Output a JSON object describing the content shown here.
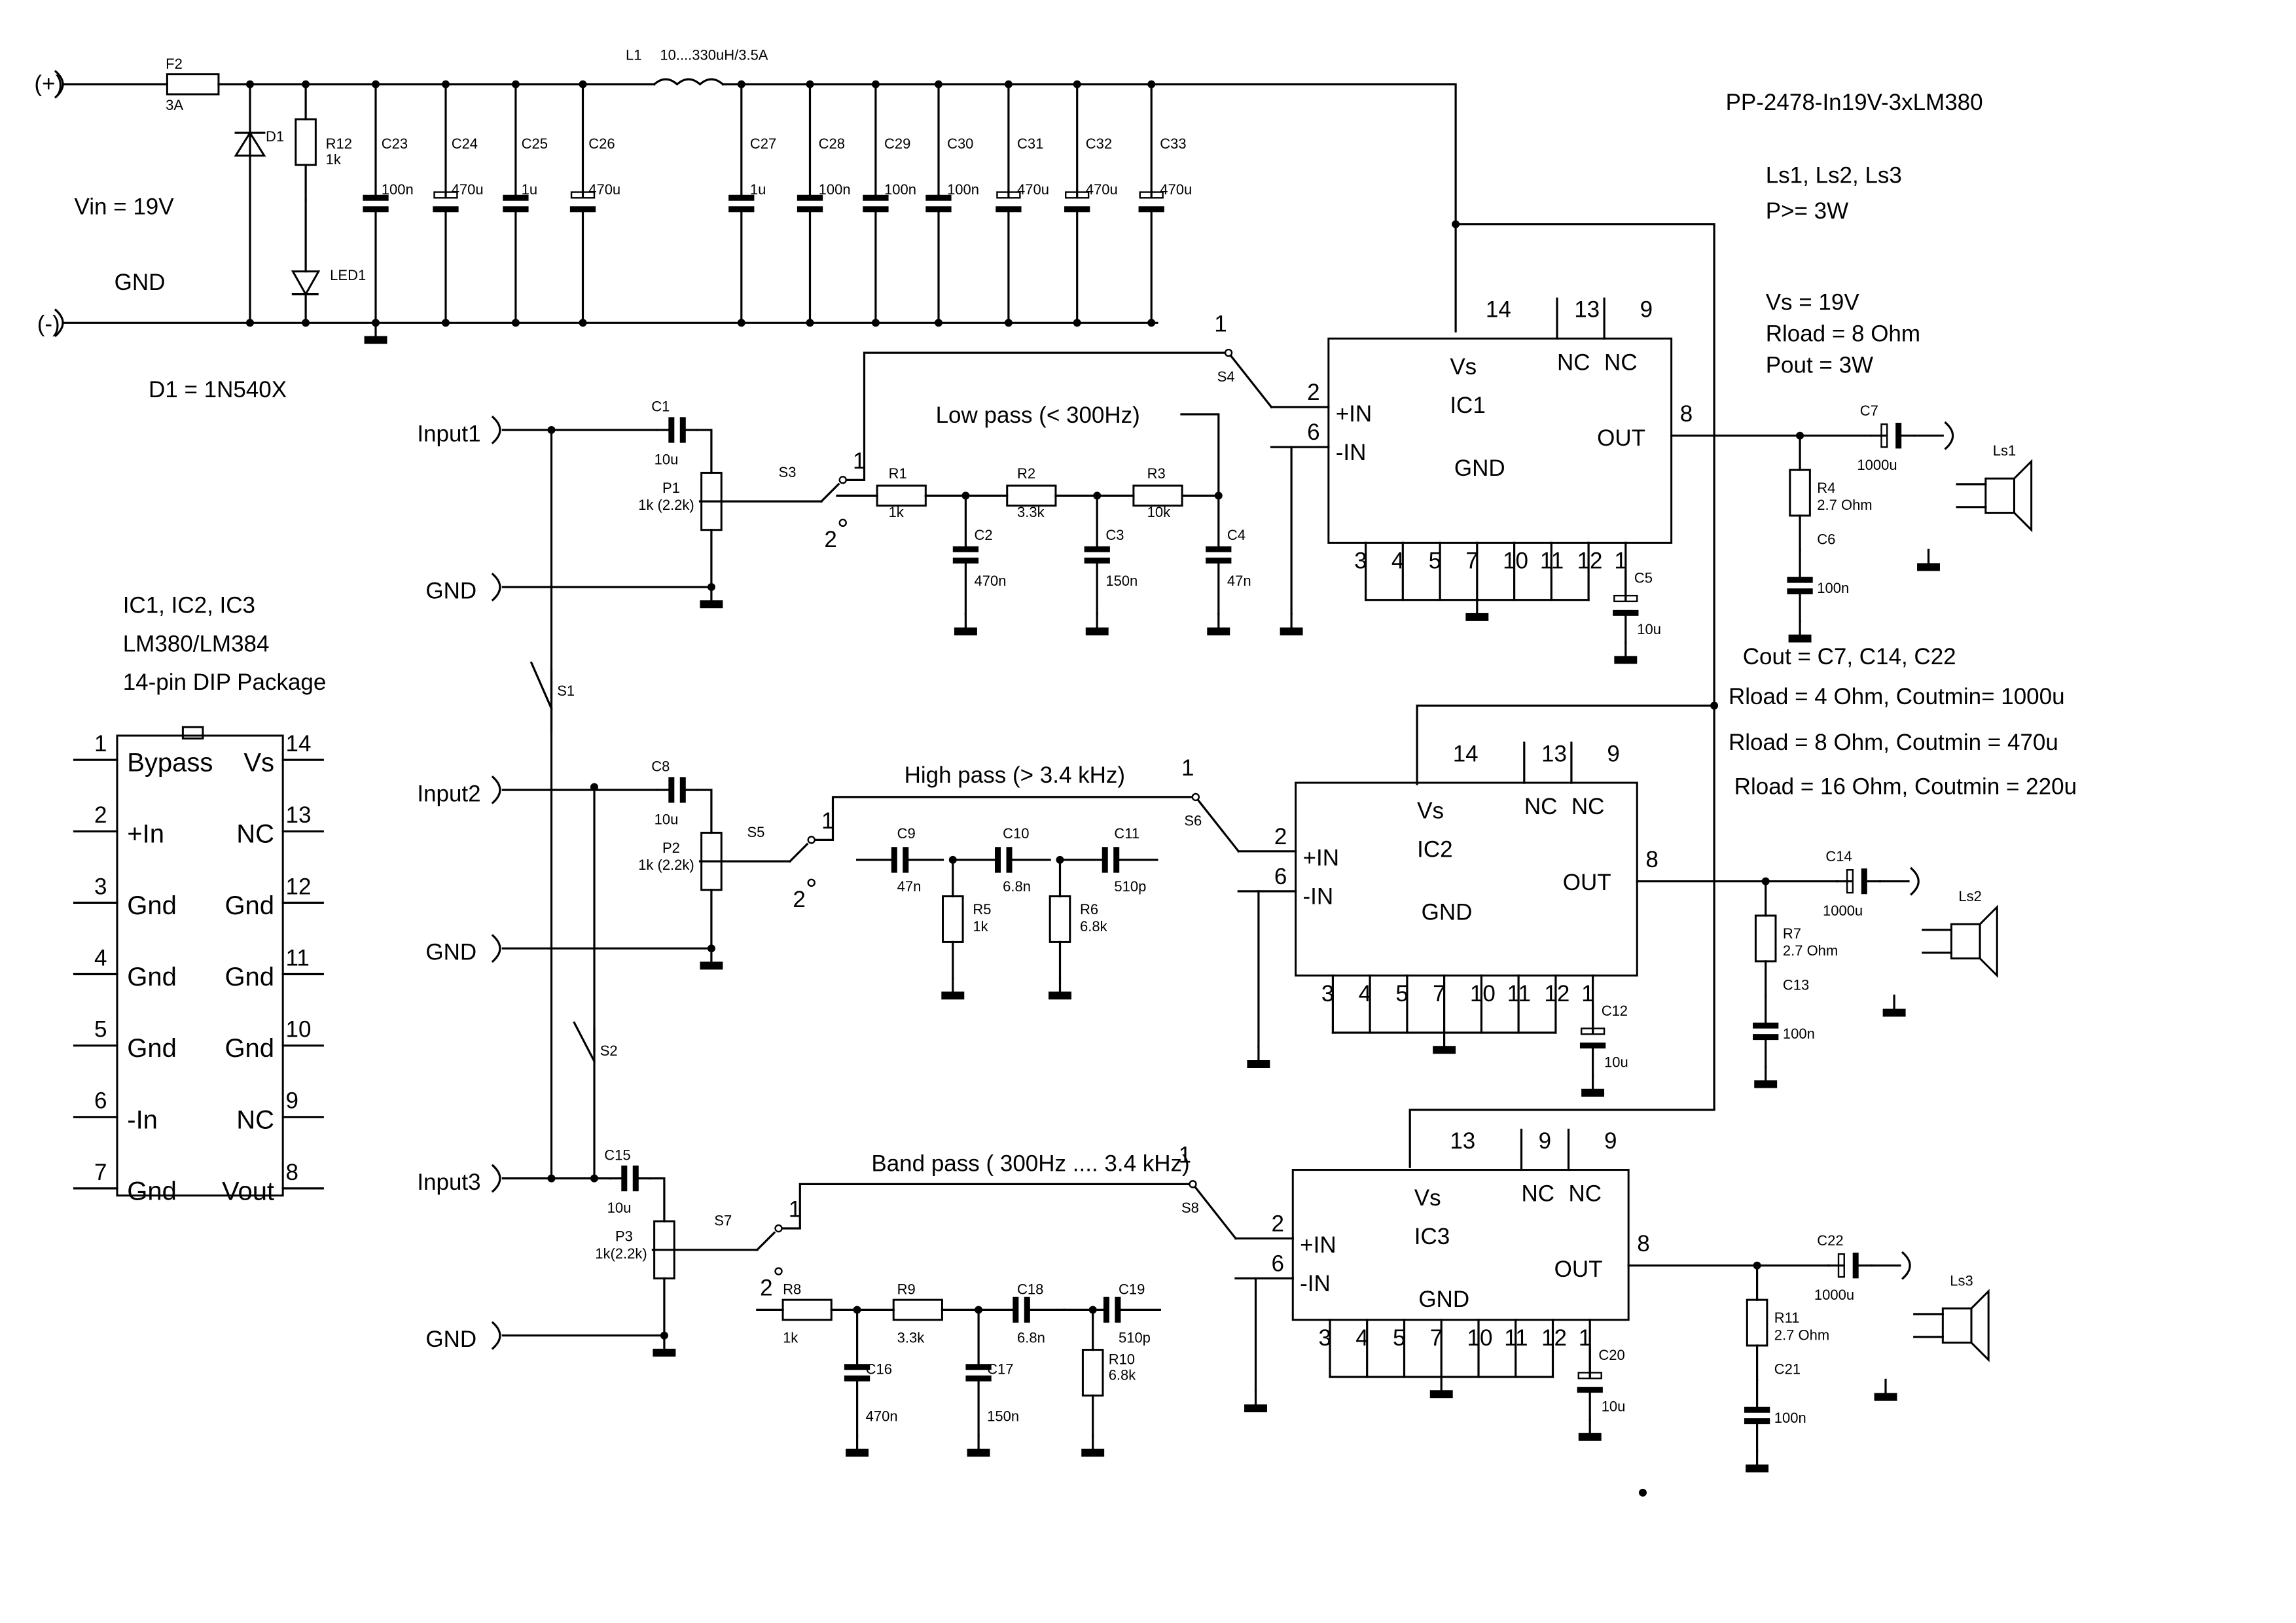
{
  "title": "PP-2478-In19V-3xLM380",
  "power": {
    "plus": "(+)",
    "minus": "(-)",
    "vin": "Vin = 19V",
    "gnd": "GND",
    "d1_note": "D1 = 1N540X",
    "f2": "F2",
    "f2_val": "3A",
    "l1": "L1",
    "l1_val": "10....330uH/3.5A",
    "d1": "D1",
    "r12": "R12",
    "r12_val": "1k",
    "led1": "LED1",
    "caps_left": [
      {
        "name": "C23",
        "value": "100n"
      },
      {
        "name": "C24",
        "value": "470u"
      },
      {
        "name": "C25",
        "value": "1u"
      },
      {
        "name": "C26",
        "value": "470u"
      }
    ],
    "caps_right": [
      {
        "name": "C27",
        "value": "1u"
      },
      {
        "name": "C28",
        "value": "100n"
      },
      {
        "name": "C29",
        "value": "100n"
      },
      {
        "name": "C30",
        "value": "100n"
      },
      {
        "name": "C31",
        "value": "470u"
      },
      {
        "name": "C32",
        "value": "470u"
      },
      {
        "name": "C33",
        "value": "470u"
      }
    ]
  },
  "notes": {
    "ls": "Ls1, Ls2, Ls3",
    "p": "P>= 3W",
    "vs": "Vs = 19V",
    "rload": "Rload = 8 Ohm",
    "pout": "Pout = 3W",
    "cout": "Cout = C7, C14, C22",
    "r4": "Rload = 4 Ohm,  Coutmin= 1000u",
    "r8": "Rload = 8 Ohm,  Coutmin = 470u",
    "r16": "Rload = 16 Ohm,  Coutmin = 220u"
  },
  "pinout": {
    "title1": "IC1, IC2, IC3",
    "title2": "LM380/LM384",
    "title3": "14-pin DIP Package",
    "left": [
      {
        "num": "1",
        "name": "Bypass"
      },
      {
        "num": "2",
        "name": "+In"
      },
      {
        "num": "3",
        "name": "Gnd"
      },
      {
        "num": "4",
        "name": "Gnd"
      },
      {
        "num": "5",
        "name": "Gnd"
      },
      {
        "num": "6",
        "name": "-In"
      },
      {
        "num": "7",
        "name": "Gnd"
      }
    ],
    "right": [
      {
        "num": "14",
        "name": "Vs"
      },
      {
        "num": "13",
        "name": "NC"
      },
      {
        "num": "12",
        "name": "Gnd"
      },
      {
        "num": "11",
        "name": "Gnd"
      },
      {
        "num": "10",
        "name": "Gnd"
      },
      {
        "num": "9",
        "name": "NC"
      },
      {
        "num": "8",
        "name": "Vout"
      }
    ]
  },
  "channels": [
    {
      "input": "Input1",
      "gnd": "GND",
      "cin": "C1",
      "cin_val": "10u",
      "pot": "P1",
      "pot_val": "1k (2.2k)",
      "sw_in": "S3",
      "sw_out": "S4",
      "filter": "Low pass (< 300Hz)",
      "ic": "IC1",
      "vs": "Vs",
      "nc": "NC",
      "pin_in_p": "+IN",
      "pin_in_m": "-IN",
      "pin_out": "OUT",
      "pin_gnd": "GND",
      "top_pins": [
        "14",
        "13",
        "9"
      ],
      "left_pins": [
        "2",
        "6"
      ],
      "out_pin": "8",
      "bottom_pins": [
        "3",
        "4",
        "5",
        "7",
        "10",
        "11",
        "12",
        "1"
      ],
      "bypass": "C5",
      "bypass_val": "10u",
      "cout": "C7",
      "cout_val": "1000u",
      "rz": "R4",
      "rz_val": "2.7 Ohm",
      "cz": "C6",
      "cz_val": "100n",
      "ls": "Ls1",
      "sw_labels": [
        "1",
        "2",
        "1",
        "2"
      ],
      "parts": [
        {
          "name": "R1",
          "value": "1k"
        },
        {
          "name": "R2",
          "value": "3.3k"
        },
        {
          "name": "R3",
          "value": "10k"
        },
        {
          "name": "C2",
          "value": "470n"
        },
        {
          "name": "C3",
          "value": "150n"
        },
        {
          "name": "C4",
          "value": "47n"
        }
      ]
    },
    {
      "input": "Input2",
      "gnd": "GND",
      "cin": "C8",
      "cin_val": "10u",
      "pot": "P2",
      "pot_val": "1k (2.2k)",
      "sw_in": "S5",
      "sw_out": "S6",
      "filter": "High pass  (> 3.4 kHz)",
      "ic": "IC2",
      "vs": "Vs",
      "nc": "NC",
      "pin_in_p": "+IN",
      "pin_in_m": "-IN",
      "pin_out": "OUT",
      "pin_gnd": "GND",
      "top_pins": [
        "14",
        "13",
        "9"
      ],
      "left_pins": [
        "2",
        "6"
      ],
      "out_pin": "8",
      "bottom_pins": [
        "3",
        "4",
        "5",
        "7",
        "10",
        "11",
        "12",
        "1"
      ],
      "bypass": "C12",
      "bypass_val": "10u",
      "cout": "C14",
      "cout_val": "1000u",
      "rz": "R7",
      "rz_val": "2.7 Ohm",
      "cz": "C13",
      "cz_val": "100n",
      "ls": "Ls2",
      "sw_labels": [
        "1",
        "2",
        "1",
        "2"
      ],
      "parts": [
        {
          "name": "C9",
          "value": "47n"
        },
        {
          "name": "C10",
          "value": "6.8n"
        },
        {
          "name": "C11",
          "value": "510p"
        },
        {
          "name": "R5",
          "value": "1k"
        },
        {
          "name": "R6",
          "value": "6.8k"
        }
      ]
    },
    {
      "input": "Input3",
      "gnd": "GND",
      "cin": "C15",
      "cin_val": "10u",
      "pot": "P3",
      "pot_val": "1k(2.2k)",
      "sw_in": "S7",
      "sw_out": "S8",
      "filter": "Band pass ( 300Hz .... 3.4 kHz)",
      "ic": "IC3",
      "vs": "Vs",
      "nc": "NC",
      "pin_in_p": "+IN",
      "pin_in_m": "-IN",
      "pin_out": "OUT",
      "pin_gnd": "GND",
      "top_pins": [
        "13",
        "9"
      ],
      "left_pins": [
        "2",
        "6"
      ],
      "out_pin": "8",
      "bottom_pins": [
        "3",
        "4",
        "5",
        "7",
        "10",
        "11",
        "12",
        "1"
      ],
      "bypass": "C20",
      "bypass_val": "10u",
      "cout": "C22",
      "cout_val": "1000u",
      "rz": "R11",
      "rz_val": "2.7 Ohm",
      "cz": "C21",
      "cz_val": "100n",
      "ls": "Ls3",
      "sw_labels": [
        "1",
        "2",
        "1",
        "2"
      ],
      "parts": [
        {
          "name": "R8",
          "value": "1k"
        },
        {
          "name": "R9",
          "value": "3.3k"
        },
        {
          "name": "C18",
          "value": "6.8n"
        },
        {
          "name": "C19",
          "value": "510p"
        },
        {
          "name": "C16",
          "value": "470n"
        },
        {
          "name": "C17",
          "value": "150n"
        },
        {
          "name": "R10",
          "value": "6.8k"
        }
      ]
    }
  ],
  "s1": "S1",
  "s2": "S2"
}
